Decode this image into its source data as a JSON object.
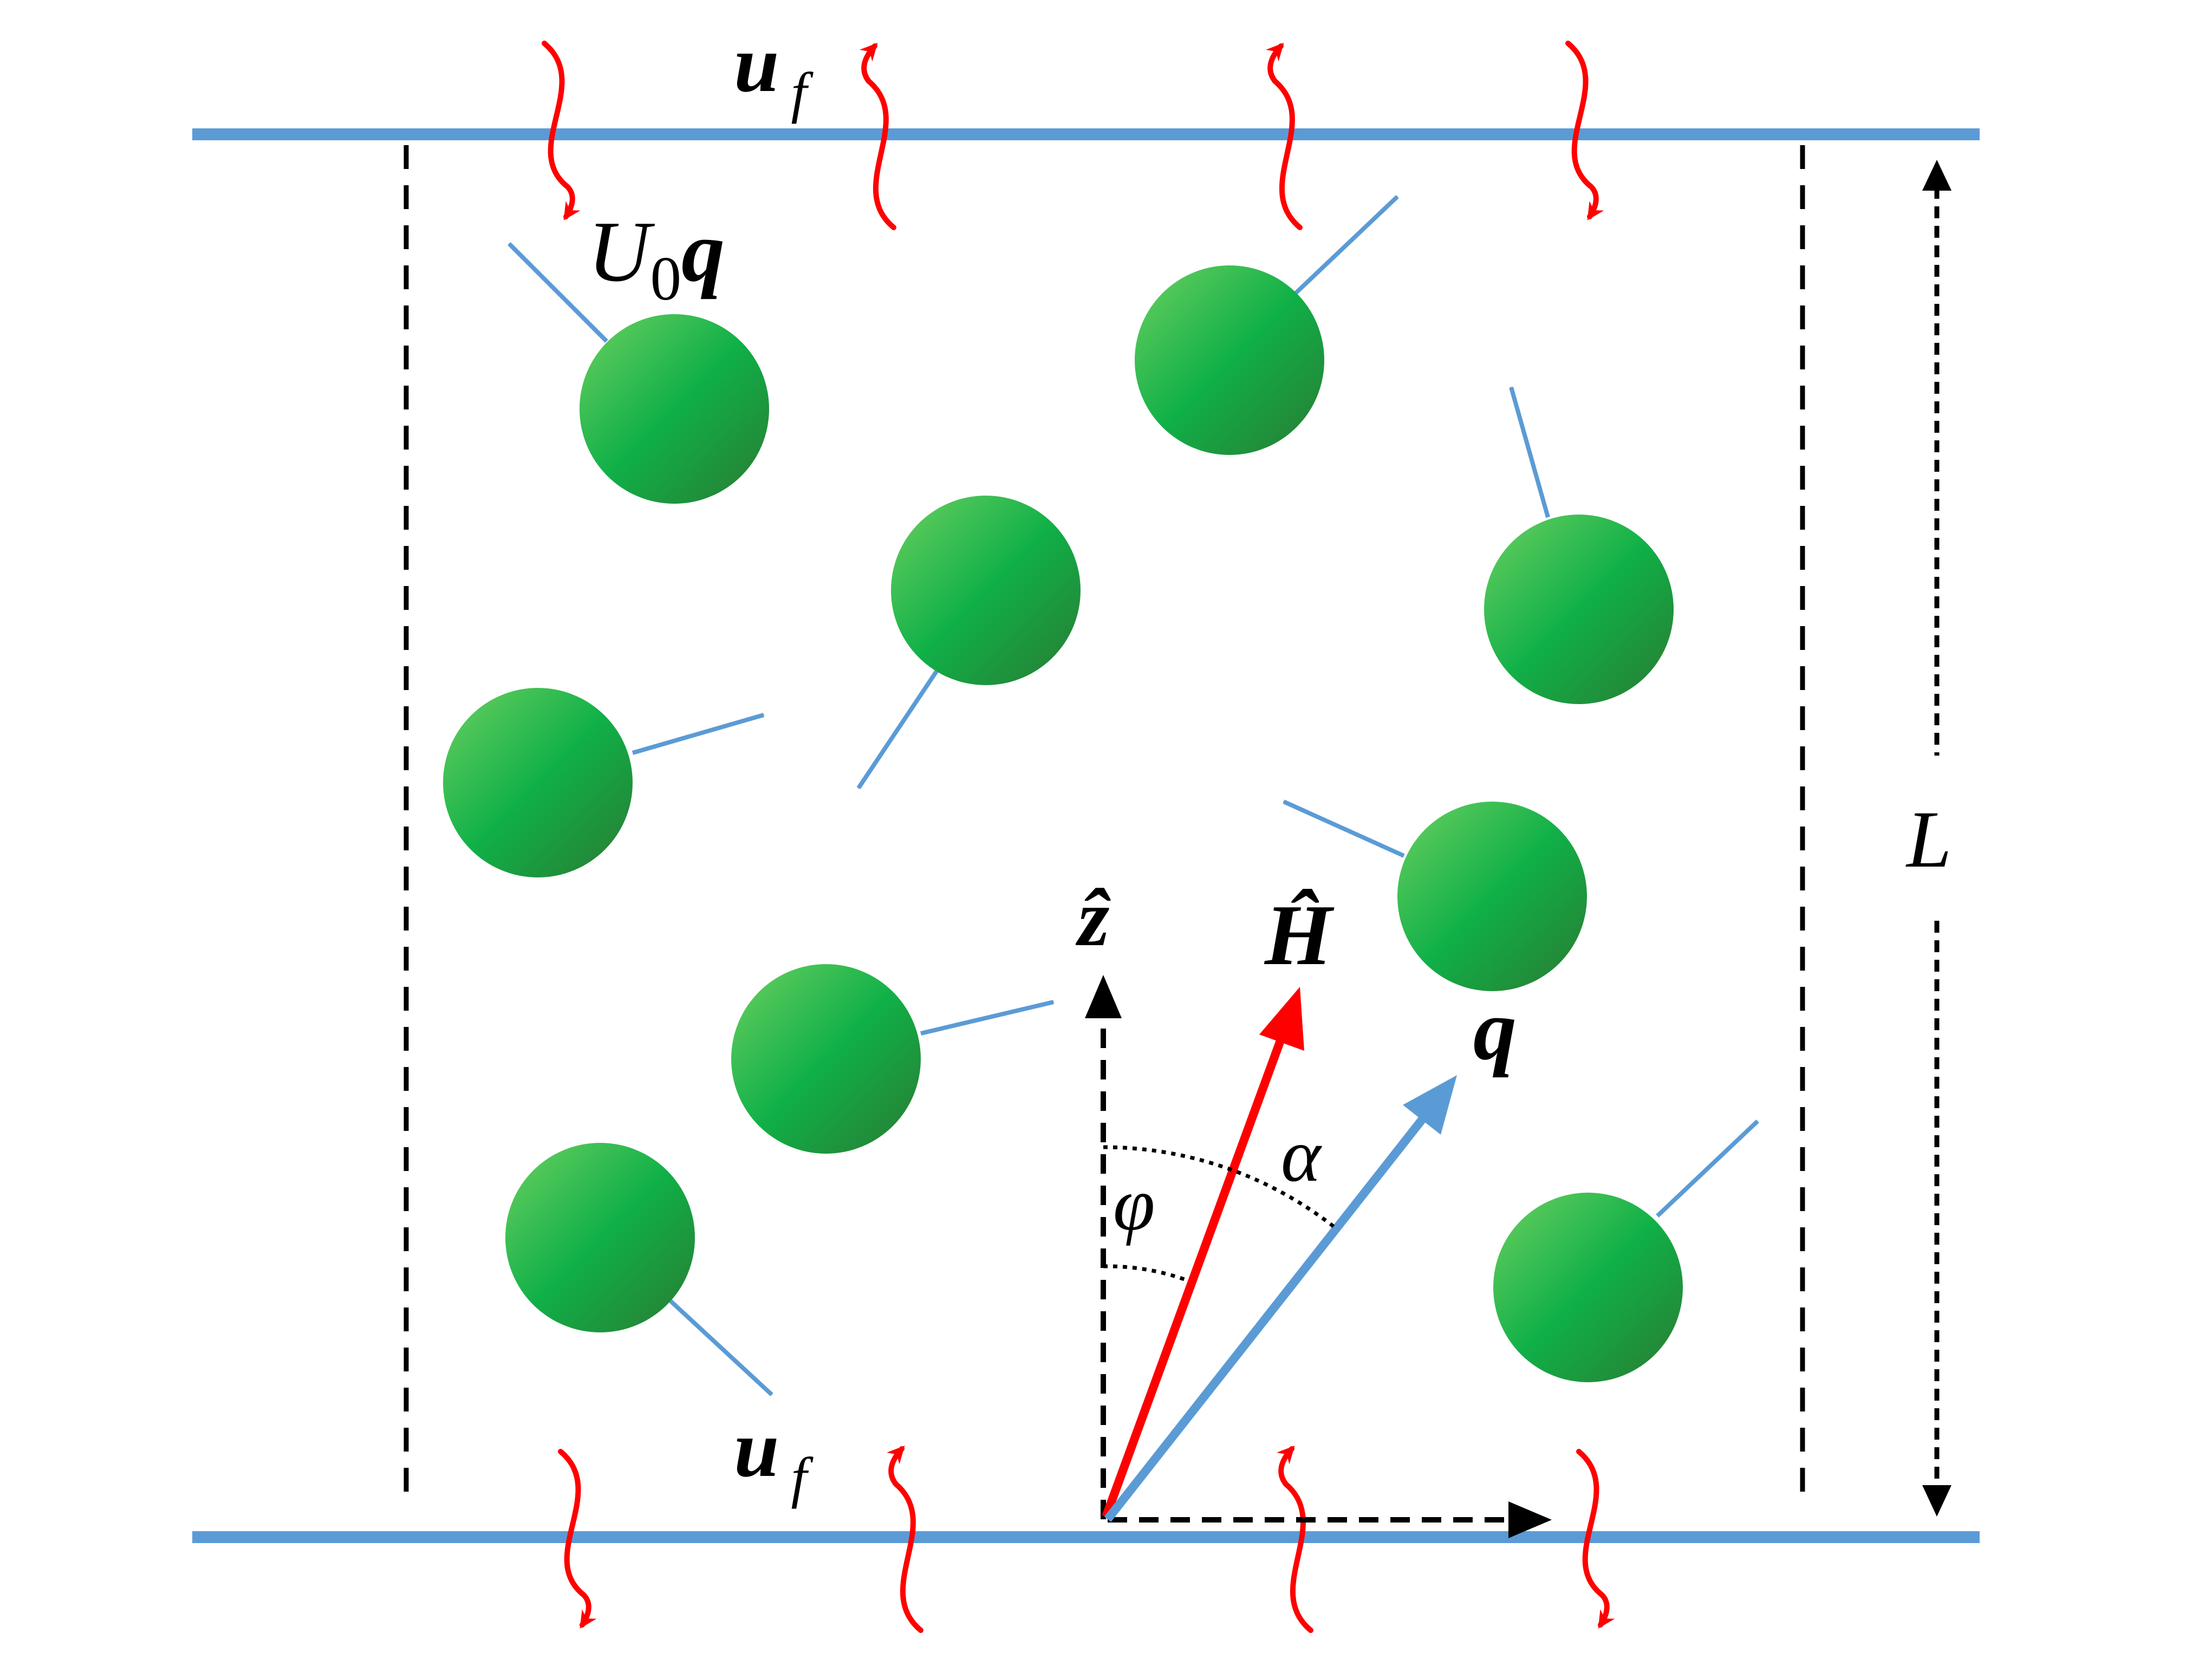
{
  "labels": {
    "uf_top": {
      "main": "u",
      "sub": "f"
    },
    "uf_bottom": {
      "main": "u",
      "sub": "f"
    },
    "swim": {
      "main": "U",
      "sub": "0",
      "vec": "q"
    },
    "z_hat": "ẑ",
    "H_hat": "Ĥ",
    "q": "q",
    "alpha": "α",
    "phi": "φ",
    "L": "L"
  },
  "colors": {
    "wall": "#5b9bd5",
    "swim_arrow": "#5b9bd5",
    "field_arrow": "#ff0000",
    "fluctuation": "#ff0000",
    "particle_light": "#6cd060",
    "particle_mid": "#10b048",
    "particle_dark": "#2a7a32",
    "dashed": "#000000"
  },
  "particles": [
    {
      "id": 1,
      "swim_direction": "up-left"
    },
    {
      "id": 2,
      "swim_direction": "up-right"
    },
    {
      "id": 3,
      "swim_direction": "down-left"
    },
    {
      "id": 4,
      "swim_direction": "up"
    },
    {
      "id": 5,
      "swim_direction": "right"
    },
    {
      "id": 6,
      "swim_direction": "left"
    },
    {
      "id": 7,
      "swim_direction": "right"
    },
    {
      "id": 8,
      "swim_direction": "down-right"
    },
    {
      "id": 9,
      "swim_direction": "up-right"
    }
  ]
}
